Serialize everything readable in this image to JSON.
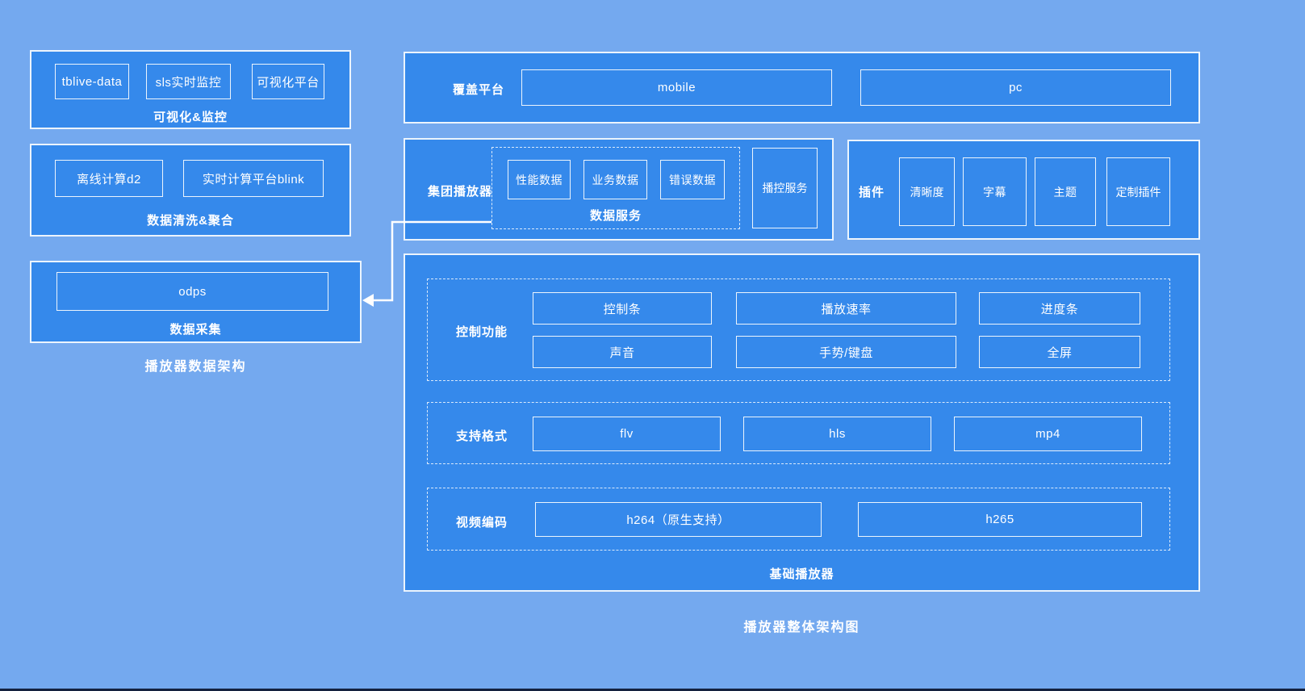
{
  "colors": {
    "background": "#74a9ef",
    "panel_fill": "#3589eb",
    "border": "#f6fafe",
    "text": "#ffffff",
    "bottom_strip": "#14213e"
  },
  "left_group": {
    "title": "播放器数据架构",
    "visual_monitor": {
      "label": "可视化&监控",
      "items": [
        "tblive-data",
        "sls实时监控",
        "可视化平台"
      ]
    },
    "data_clean": {
      "label": "数据清洗&聚合",
      "items": [
        "离线计算d2",
        "实时计算平台blink"
      ]
    },
    "data_collect": {
      "label": "数据采集",
      "items": [
        "odps"
      ]
    }
  },
  "right_group": {
    "title": "播放器整体架构图",
    "coverage": {
      "label": "覆盖平台",
      "items": [
        "mobile",
        "pc"
      ]
    },
    "group_player": {
      "label": "集团播放器",
      "data_service": {
        "label": "数据服务",
        "items": [
          "性能数据",
          "业务数据",
          "错误数据"
        ]
      },
      "play_control": "播控服务"
    },
    "plugins": {
      "label": "插件",
      "items": [
        "清晰度",
        "字幕",
        "主题",
        "定制插件"
      ]
    },
    "base_player": {
      "label": "基础播放器",
      "control": {
        "label": "控制功能",
        "rows": [
          [
            "控制条",
            "播放速率",
            "进度条"
          ],
          [
            "声音",
            "手势/键盘",
            "全屏"
          ]
        ]
      },
      "formats": {
        "label": "支持格式",
        "items": [
          "flv",
          "hls",
          "mp4"
        ]
      },
      "codecs": {
        "label": "视频编码",
        "items": [
          "h264（原生支持）",
          "h265"
        ]
      }
    }
  }
}
